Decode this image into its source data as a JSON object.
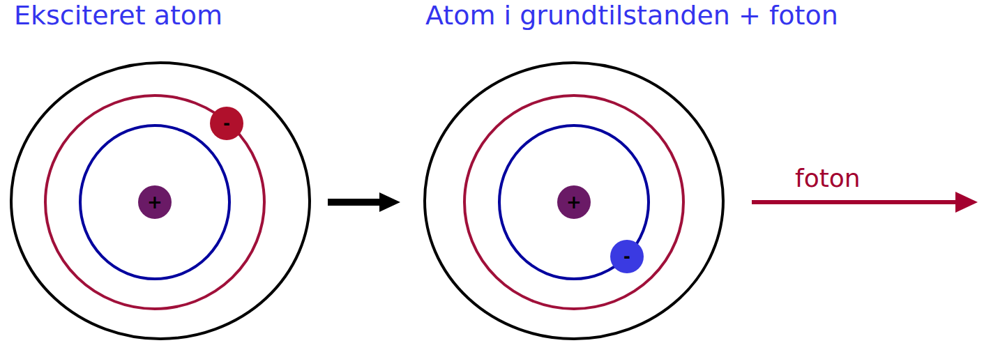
{
  "diagram": {
    "nodes": [
      {
        "text": [
          "Eksciteret atom"
        ]
      },
      {
        "text": [
          "+"
        ],
        "in": 0
      },
      {
        "text": [
          "-"
        ],
        "in": 0
      },
      {
        "text": [
          "Atom i grundtilstanden + foton"
        ]
      },
      {
        "text": [
          "+"
        ],
        "in": 3
      },
      {
        "text": [
          "-"
        ],
        "in": 3
      }
    ],
    "edges": [
      {
        "from": 0,
        "to": 3,
        "arrow": "to"
      }
    ],
    "labels": [
      "foton"
    ]
  }
}
